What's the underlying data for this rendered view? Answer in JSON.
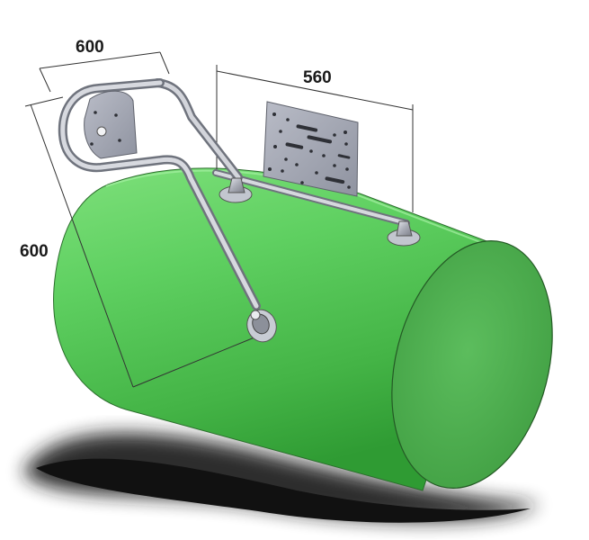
{
  "dimensions": {
    "top_width": "600",
    "plate_width": "560",
    "height": "600"
  },
  "colors": {
    "tank": "#58c45a",
    "tank_dark": "#3ea33f",
    "tank_end": "#54b255",
    "metal": "#a9acb6",
    "metal_light": "#d9dbe2",
    "metal_dark": "#7b7e88",
    "shadow": "#1e1e1e",
    "background": "#ffffff"
  },
  "icons": {
    "plate": "mounting-plate",
    "handle": "bent-tube-handle",
    "tank": "cylindrical-tank"
  }
}
